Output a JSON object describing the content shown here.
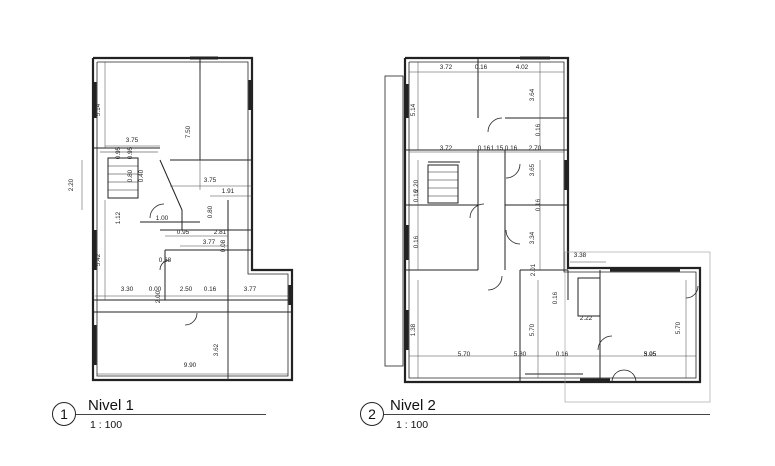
{
  "views": [
    {
      "number": "1",
      "title": "Nivel 1",
      "scale": "1 : 100",
      "dimensions": [
        "3.75",
        "5.14",
        "7.50",
        "2.20",
        "0.95",
        "0.95",
        "0.40",
        "0.80",
        "3.75",
        "1.91",
        "1.12",
        "1.00",
        "0.80",
        "0.95",
        "2.81",
        "3.77",
        "0.08",
        "5.42",
        "0.68",
        "3.30",
        "0.00",
        "2.50",
        "0.16",
        "3.77",
        "2.00",
        "3.62",
        "9.90"
      ]
    },
    {
      "number": "2",
      "title": "Nivel 2",
      "scale": "1 : 100",
      "dimensions": [
        "3.72",
        "0.16",
        "4.02",
        "5.14",
        "3.64",
        "0.16",
        "3.72",
        "0.16",
        "1.15",
        "0.16",
        "2.70",
        "3.65",
        "0.16",
        "2.20",
        "0.16",
        "0.16",
        "3.34",
        "3.38",
        "2.01",
        "0.16",
        "2.22",
        "1.38",
        "5.70",
        "5.70",
        "5.70",
        "5.80",
        "0.16",
        "3.95",
        "5.05"
      ]
    }
  ]
}
